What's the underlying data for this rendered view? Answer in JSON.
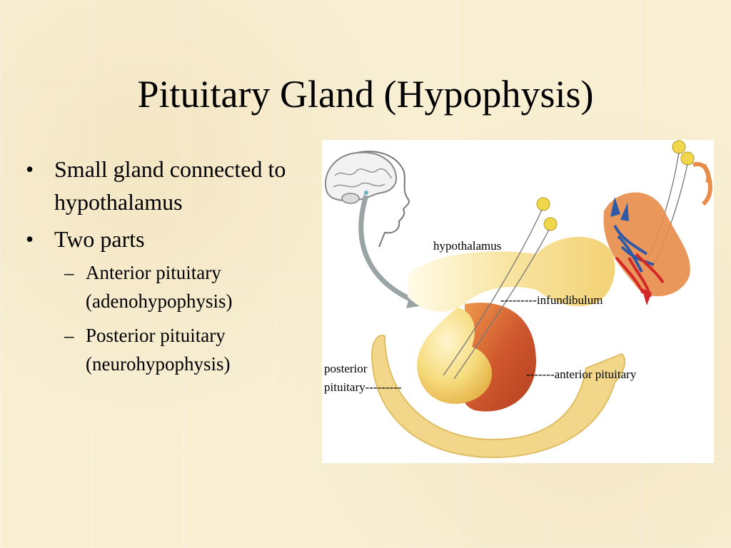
{
  "title": "Pituitary Gland (Hypophysis)",
  "bullets": [
    {
      "text": "Small gland connected to hypothalamus",
      "mark": "•"
    },
    {
      "text": "Two parts",
      "mark": "•",
      "sub": [
        {
          "text": "Anterior pituitary (adenohypophysis)",
          "mark": "–"
        },
        {
          "text": "Posterior pituitary (neurohypophysis)",
          "mark": "–"
        }
      ]
    }
  ],
  "figure": {
    "labels": {
      "hypothalamus": "hypothalamus",
      "infundibulum": "---------infundibulum",
      "posterior_line1": "posterior",
      "posterior_line2": "pituitary---------",
      "anterior": "-------anterior pituitary"
    },
    "colors": {
      "posterior_lobe": "#f4d77a",
      "anterior_lobe": "#c9502a",
      "bone": "#f2d68a",
      "vessel_blue": "#2f5aa8",
      "vessel_red": "#d42828",
      "arrow_gray": "#9aa4a4"
    },
    "icons": [
      "head-profile-icon",
      "neuron-icon",
      "blood-vessel-icon"
    ]
  }
}
